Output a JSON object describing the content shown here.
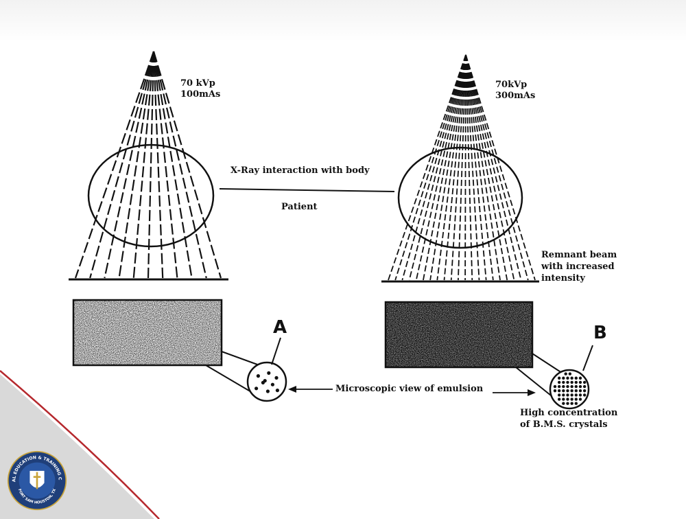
{
  "left_setting": {
    "kvp": "70 kVp",
    "mas": "100mAs"
  },
  "right_setting": {
    "kvp": "70kVp",
    "mas": "300mAs"
  },
  "interaction_label": "X-Ray interaction with body",
  "patient_label": "Patient",
  "remnant_label": [
    "Remnant beam",
    "with increased",
    "intensity"
  ],
  "emulsion_label": "Microscopic view of emulsion",
  "marker_a": "A",
  "marker_b": "B",
  "concentration_label": [
    "High concentration",
    "of B.M.S. crystals"
  ],
  "logo": {
    "ring_top_text": "MEDICAL EDUCATION & TRAINING CAMPUS",
    "ring_bottom_text": "FORT SAM HOUSTON, TX",
    "colors": {
      "ring": "#1f3f7a",
      "inner": "#2b58a5",
      "shield": "#ffffff",
      "accent": "#c9a43a"
    }
  },
  "colors": {
    "corner_swoosh": "#b5282d",
    "corner_fill": "#d9d9d9",
    "ink": "#111111"
  }
}
